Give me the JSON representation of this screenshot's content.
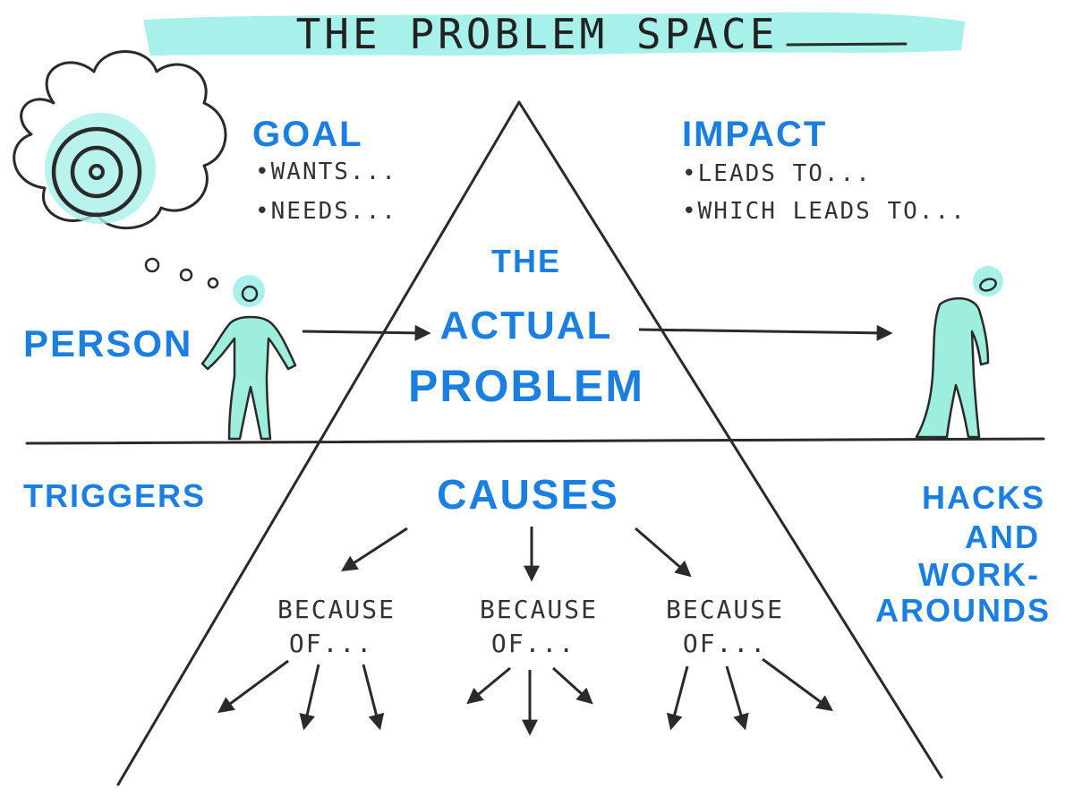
{
  "title": "THE PROBLEM SPACE",
  "colors": {
    "accent_blue": "#1a7fe0",
    "highlight_cyan": "#a8f0ea",
    "ink": "#2a2a2a",
    "figure_fill": "#9eeedd"
  },
  "goal": {
    "heading": "GOAL",
    "items": [
      "•WANTS...",
      "•NEEDS..."
    ]
  },
  "impact": {
    "heading": "IMPACT",
    "items": [
      "•LEADS TO...",
      "•WHICH LEADS TO..."
    ]
  },
  "center": {
    "line1": "THE",
    "line2": "ACTUAL",
    "line3": "PROBLEM"
  },
  "person_label": "PERSON",
  "triggers_label": "TRIGGERS",
  "causes_label": "CAUSES",
  "hacks": {
    "line1": "HACKS",
    "line2": "AND",
    "line3": "WORK-",
    "line4": "AROUNDS"
  },
  "because": [
    {
      "line1": "BECAUSE",
      "line2": "OF..."
    },
    {
      "line1": "BECAUSE",
      "line2": "OF..."
    },
    {
      "line1": "BECAUSE",
      "line2": "OF..."
    }
  ],
  "icons": {
    "thought": "thought-bubble-icon",
    "target": "target-icon",
    "person": "person-figure-icon",
    "sad_person": "slumped-person-icon"
  }
}
